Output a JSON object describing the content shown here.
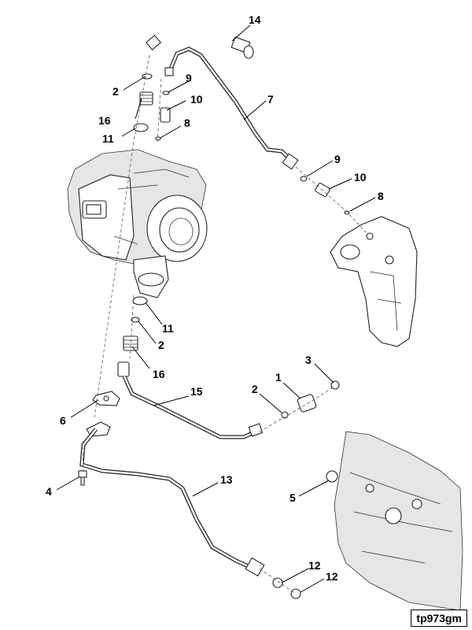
{
  "figure_id": "tp973gm",
  "callouts": {
    "c14": "14",
    "c2a": "2",
    "c9a": "9",
    "c7": "7",
    "c10a": "10",
    "c16a": "16",
    "c8a": "8",
    "c11a": "11",
    "c9b": "9",
    "c10b": "10",
    "c8b": "8",
    "c11b": "11",
    "c2b": "2",
    "c16b": "16",
    "c3": "3",
    "c1": "1",
    "c15": "15",
    "c2c": "2",
    "c6": "6",
    "c13": "13",
    "c4": "4",
    "c5": "5",
    "c12a": "12",
    "c12b": "12"
  }
}
